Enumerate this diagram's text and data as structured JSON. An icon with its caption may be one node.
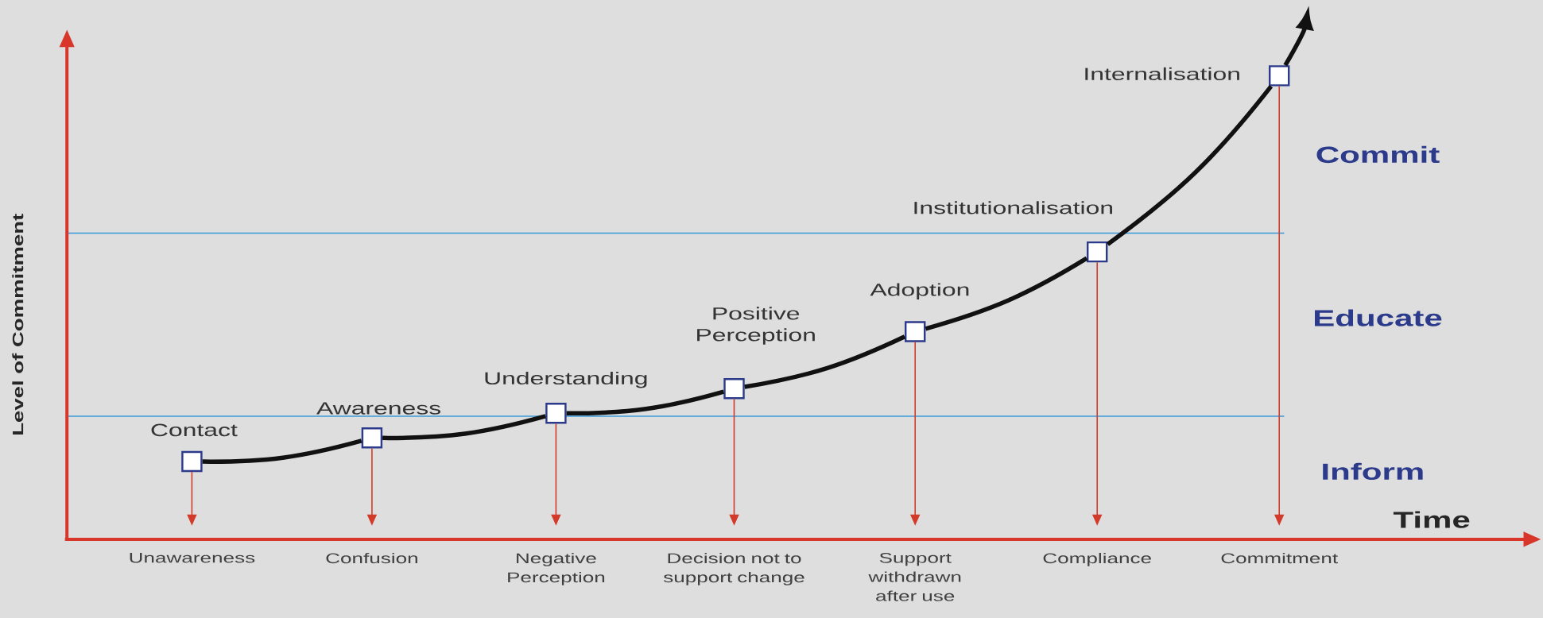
{
  "diagram": {
    "nodes": [
      {
        "text": [],
        "shape": "box",
        "beside": [
          "Contact"
        ]
      },
      {
        "text": [],
        "shape": "box",
        "beside": [
          "Awareness"
        ]
      },
      {
        "text": [],
        "shape": "box",
        "beside": [
          "Understanding"
        ]
      },
      {
        "text": [],
        "shape": "box",
        "beside": [
          "Positive Perception"
        ]
      },
      {
        "text": [],
        "shape": "box",
        "beside": [
          "Adoption"
        ]
      },
      {
        "text": [],
        "shape": "box",
        "beside": [
          "Institutionalisation"
        ]
      },
      {
        "text": [],
        "shape": "box",
        "beside": [
          "Internalisation"
        ]
      },
      {
        "text": [
          "Unawareness"
        ]
      },
      {
        "text": [
          "Confusion"
        ]
      },
      {
        "text": [
          "Negative Perception"
        ]
      },
      {
        "text": [
          "Decision not to support change"
        ]
      },
      {
        "text": [
          "Support withdrawn after use"
        ]
      },
      {
        "text": [
          "Compliance"
        ]
      },
      {
        "text": [
          "Commitment"
        ]
      }
    ],
    "edges": [
      {
        "from": 0,
        "to": 1,
        "arrow": "none",
        "style": "thick",
        "color": "#111111"
      },
      {
        "from": 1,
        "to": 2,
        "arrow": "none",
        "style": "thick",
        "color": "#111111"
      },
      {
        "from": 2,
        "to": 3,
        "arrow": "none",
        "style": "thick",
        "color": "#111111"
      },
      {
        "from": 3,
        "to": 4,
        "arrow": "none",
        "style": "thick",
        "color": "#111111"
      },
      {
        "from": 4,
        "to": 5,
        "arrow": "none",
        "style": "thick",
        "color": "#111111"
      },
      {
        "from": 5,
        "to": 6,
        "arrow": "none",
        "style": "thick",
        "color": "#111111"
      },
      {
        "from": 6,
        "to": null,
        "arrow": "to",
        "style": "thick",
        "color": "#111111"
      },
      {
        "from": 0,
        "to": 7,
        "arrow": "to",
        "color": "#d23a2a"
      },
      {
        "from": 1,
        "to": 8,
        "arrow": "to",
        "color": "#d23a2a"
      },
      {
        "from": 2,
        "to": 9,
        "arrow": "to",
        "color": "#d23a2a"
      },
      {
        "from": 3,
        "to": 10,
        "arrow": "to",
        "color": "#d23a2a"
      },
      {
        "from": 4,
        "to": 11,
        "arrow": "to",
        "color": "#d23a2a"
      },
      {
        "from": 5,
        "to": 12,
        "arrow": "to",
        "color": "#d23a2a"
      },
      {
        "from": 6,
        "to": 13,
        "arrow": "to",
        "color": "#d23a2a"
      }
    ],
    "labels": [
      "Level of Commitment",
      "Time",
      "Commit",
      "Educate",
      "Inform"
    ]
  }
}
